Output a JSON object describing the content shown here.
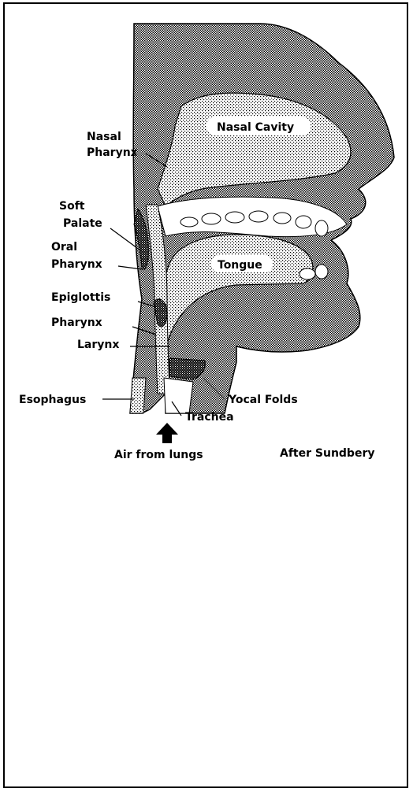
{
  "diagram": {
    "labels": {
      "nasal_cavity": "Nasal Cavity",
      "nasal_pharynx_1": "Nasal",
      "nasal_pharynx_2": "Pharynx",
      "soft_palate_1": "Soft",
      "soft_palate_2": "Palate",
      "oral_pharynx_1": "Oral",
      "oral_pharynx_2": "Pharynx",
      "tongue": "Tongue",
      "epiglottis": "Epiglottis",
      "pharynx": "Pharynx",
      "larynx": "Larynx",
      "esophagus": "Esophagus",
      "vocal_folds": "Yocal Folds",
      "trachea": "Trachea",
      "air_from_lungs": "Air from lungs",
      "credit": "After Sundbery"
    },
    "colors": {
      "ink": "#000000",
      "paper": "#ffffff"
    },
    "icons": {
      "airflow": "up-arrow-icon"
    }
  }
}
